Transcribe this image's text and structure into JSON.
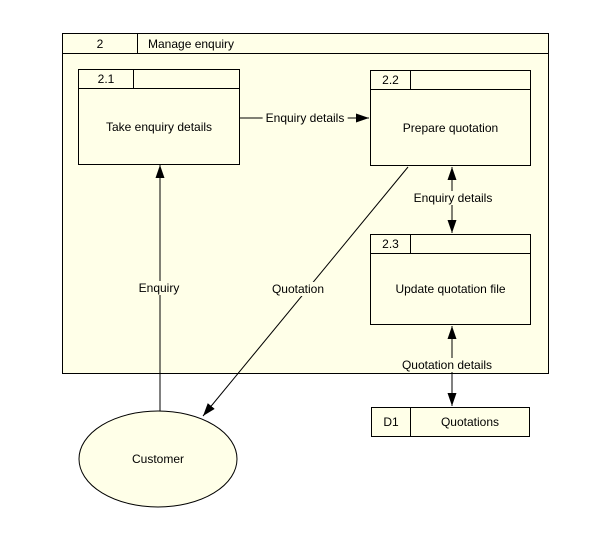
{
  "colors": {
    "fill": "#FFFFE8",
    "stroke": "#000000",
    "page_bg": "#FFFFFF"
  },
  "parent_process": {
    "number": "2",
    "title": "Manage enquiry"
  },
  "processes": [
    {
      "number": "2.1",
      "name": "Take enquiry details"
    },
    {
      "number": "2.2",
      "name": "Prepare quotation"
    },
    {
      "number": "2.3",
      "name": "Update quotation file"
    }
  ],
  "external_entity": {
    "name": "Customer"
  },
  "data_store": {
    "id": "D1",
    "name": "Quotations"
  },
  "flows": [
    {
      "label": "Enquiry",
      "from": "Customer",
      "to": "2.1 Take enquiry details",
      "direction": "one-way"
    },
    {
      "label": "Enquiry details",
      "from": "2.1 Take enquiry details",
      "to": "2.2 Prepare quotation",
      "direction": "one-way"
    },
    {
      "label": "Enquiry details",
      "from": "2.2 Prepare quotation",
      "to": "2.3 Update quotation file",
      "direction": "two-way"
    },
    {
      "label": "Quotation details",
      "from": "2.3 Update quotation file",
      "to": "D1 Quotations",
      "direction": "two-way"
    },
    {
      "label": "Quotation",
      "from": "2.2 Prepare quotation",
      "to": "Customer",
      "direction": "one-way"
    }
  ]
}
